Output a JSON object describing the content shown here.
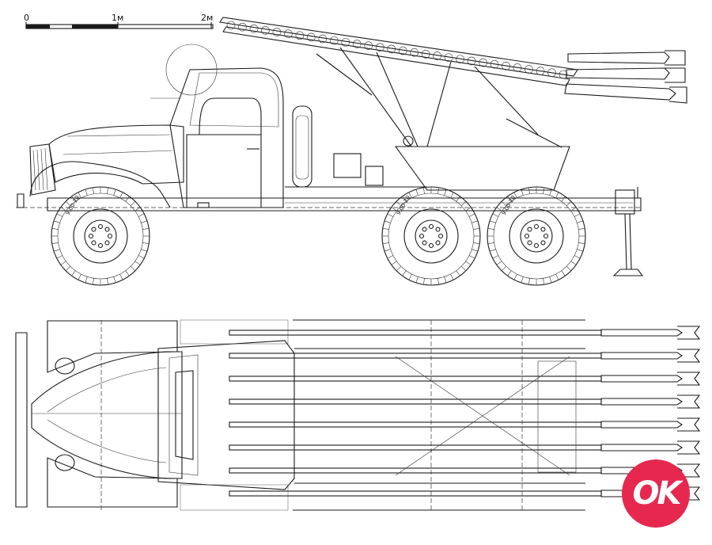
{
  "scale_bar": {
    "labels": [
      "0",
      "1м",
      "2м"
    ]
  },
  "wheel_labels": [
    "9.00-20",
    "9.00-20",
    "9.00-20"
  ],
  "logo": {
    "text": "OK",
    "color": "#e6284f"
  }
}
